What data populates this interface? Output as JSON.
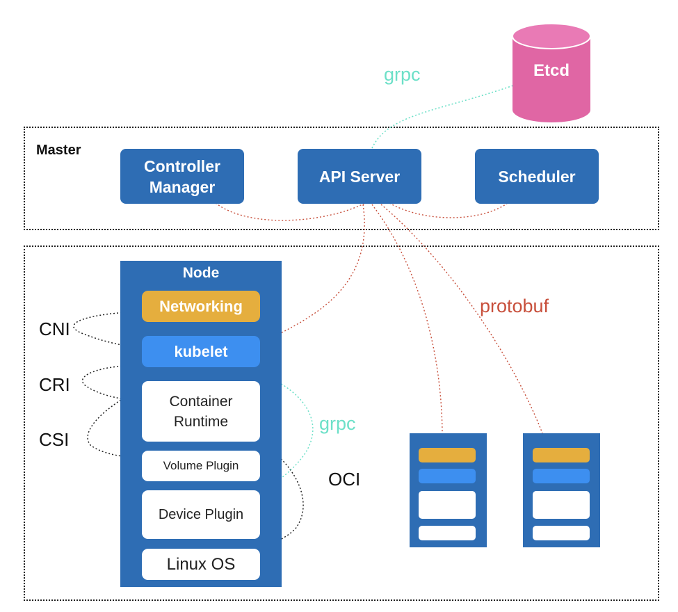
{
  "etcd": {
    "label": "Etcd",
    "color": "#e066a4"
  },
  "labels": {
    "grpc_top": "grpc",
    "grpc_mid": "grpc",
    "protobuf": "protobuf",
    "cni": "CNI",
    "cri": "CRI",
    "csi": "CSI",
    "oci": "OCI"
  },
  "master": {
    "title": "Master",
    "components": {
      "controller_manager": "Controller\nManager",
      "api_server": "API Server",
      "scheduler": "Scheduler"
    }
  },
  "node": {
    "title": "Node",
    "networking": "Networking",
    "kubelet": "kubelet",
    "container_runtime": "Container\nRuntime",
    "volume_plugin": "Volume Plugin",
    "device_plugin": "Device Plugin",
    "linux_os": "Linux OS"
  },
  "colors": {
    "blue": "#2e6db4",
    "light_blue": "#3d8ff0",
    "orange": "#e5ae3e",
    "grpc": "#6de0c8",
    "protobuf": "#c8503c",
    "connector_dark": "#222222"
  }
}
